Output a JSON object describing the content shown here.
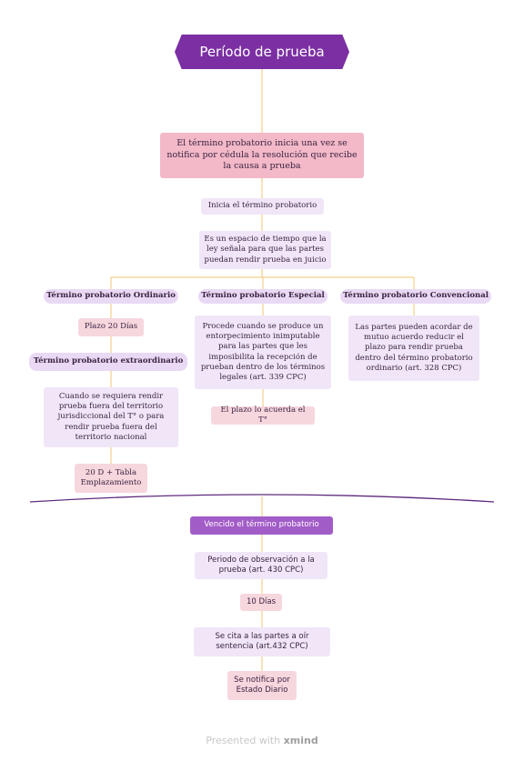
{
  "title": "Período de prueba",
  "nodes": {
    "inicio_notifica": "El término probatorio inicia una vez se notifica por cédula la resolución que recibe la causa a prueba",
    "inicia": "Inicia el término probatorio",
    "definicion": "Es un espacio de tiempo que la ley señala para que las partes puedan rendir prueba en juicio",
    "ordinario": "Término probatorio Ordinario",
    "especial": "Término probatorio Especial",
    "convencional": "Término probatorio Convencional",
    "plazo20": "Plazo 20 Días",
    "extraordinario": "Término probatorio extraordinario",
    "extra_desc": "Cuando se requiera rendir prueba fuera del territorio jurisdiccional del T° o para rendir prueba fuera del territorio nacional",
    "tabla": "20 D + Tabla Emplazamiento",
    "especial_desc": "Procede cuando se produce un entorpecimiento inimputable para las partes que les imposibilita la recepción de prueban dentro de los términos legales (art. 339 CPC)",
    "especial_plazo": "El plazo lo acuerda el T°",
    "convencional_desc": "Las partes pueden acordar de mutuo acuerdo reducir el plazo para rendir prueba dentro del término probatorio ordinario (art. 328 CPC)",
    "vencido": "Vencido el término probatorio",
    "observacion": "Periodo de observación a la prueba (art. 430 CPC)",
    "diez": "10 Días",
    "cita": "Se cita a las partes a oír sentencia (art.432 CPC)",
    "notifica": "Se notifica por Estado Diario"
  },
  "footer": {
    "text": "Presented with",
    "brand": "xmind"
  },
  "colors": {
    "title_bg": "#7b2fa3",
    "connector": "#f3cf8a",
    "divider": "#5e2a7e"
  }
}
